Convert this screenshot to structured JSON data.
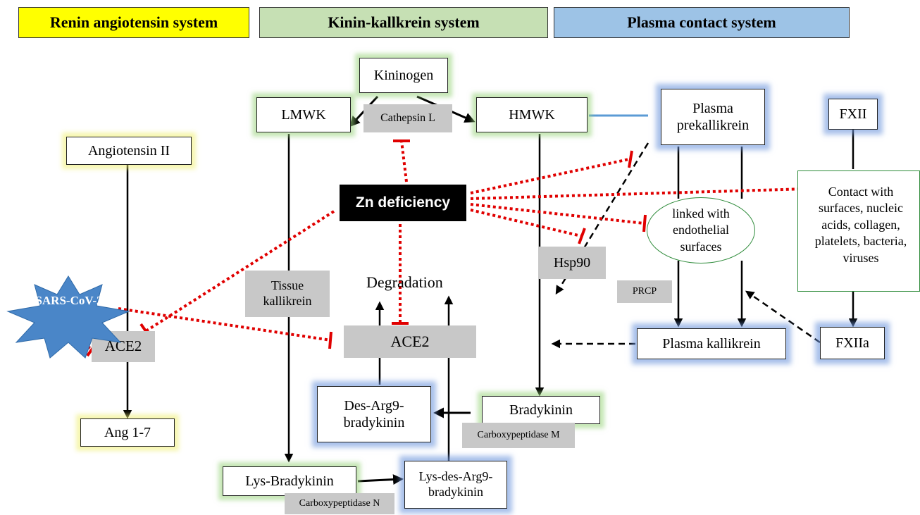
{
  "headers": {
    "ras": "Renin angiotensin system",
    "kks": "Kinin-kallkrein system",
    "pcs": "Plasma contact system"
  },
  "nodes": {
    "angiotensin_ii": "Angiotensin II",
    "ang_1_7": "Ang 1-7",
    "ace2_left": "ACE2",
    "sars_cov_2": "SARS-CoV-2",
    "kininogen": "Kininogen",
    "lmwk": "LMWK",
    "hmwk": "HMWK",
    "cathepsin_l": "Cathepsin L",
    "zn_deficiency": "Zn deficiency",
    "tissue_kallikrein": "Tissue kallikrein",
    "degradation": "Degradation",
    "ace2_center": "ACE2",
    "des_arg9_bradykinin": "Des-Arg9-bradykinin",
    "bradykinin": "Bradykinin",
    "carboxypeptidase_m": "Carboxypeptidase  M",
    "lys_bradykinin": "Lys-Bradykinin",
    "carboxypeptidase_n": "Carboxypeptidase  N",
    "lys_des_arg9_bradykinin": "Lys-des-Arg9-bradykinin",
    "plasma_prekallikrein": "Plasma prekallikrein",
    "hsp90": "Hsp90",
    "linked_endothelial": "linked with endothelial surfaces",
    "prcp": "PRCP",
    "plasma_kallikrein": "Plasma kallikrein",
    "fxii": "FXII",
    "fxiia": "FXIIa",
    "contact_with": "Contact with surfaces, nucleic acids, collagen, platelets, bacteria, viruses"
  },
  "colors": {
    "ras_header": "#ffff00",
    "kks_header": "#c6e0b4",
    "pcs_header": "#9dc3e6",
    "inhibition": "#e00000",
    "virus": "#4a86c8",
    "gray_box": "#c8c8c8"
  }
}
